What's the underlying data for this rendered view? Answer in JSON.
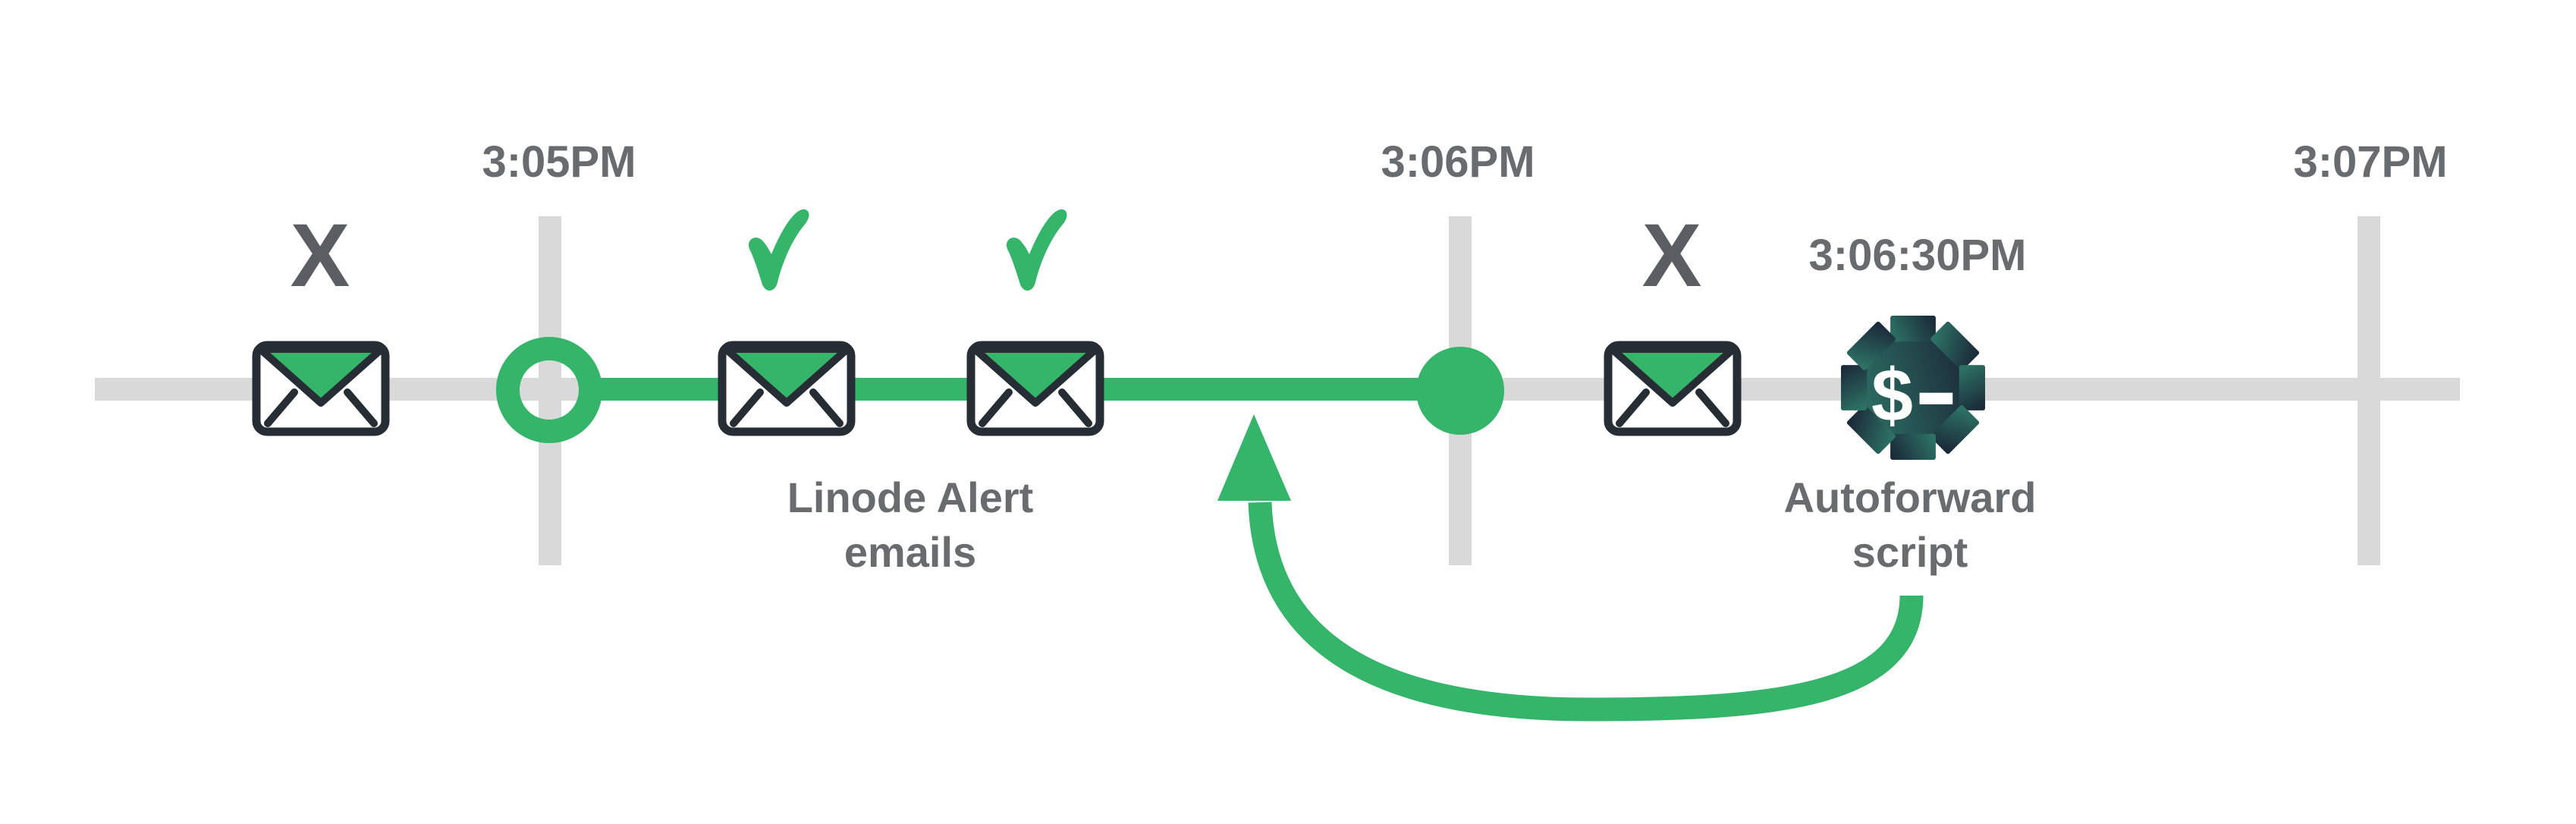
{
  "timeline": {
    "ticks": [
      {
        "label": "3:05PM"
      },
      {
        "label": "3:06PM"
      },
      {
        "label": "3:07PM"
      }
    ],
    "event": {
      "time": "3:06:30PM"
    }
  },
  "markers": {
    "fail_symbol": "X",
    "gear_symbol": "$"
  },
  "labels": {
    "alert_group": {
      "line1": "Linode Alert",
      "line2": "emails"
    },
    "script_group": {
      "line1": "Autoforward",
      "line2": "script"
    }
  },
  "icons": {
    "envelope": "envelope-icon",
    "check": "checkmark-icon",
    "fail": "x-mark",
    "gear": "autoforward-gear-icon",
    "ring": "timeline-start-ring",
    "dot": "timeline-end-dot",
    "arrow": "loop-arrow-icon"
  },
  "colors": {
    "green": "#34b56a",
    "track_gray": "#d9d9d9",
    "text_gray": "#696c6e",
    "x_gray": "#5a5e63",
    "envelope_outline": "#272d35",
    "gear_teal": "#2d7164",
    "gear_navy": "#1c2b3a"
  }
}
